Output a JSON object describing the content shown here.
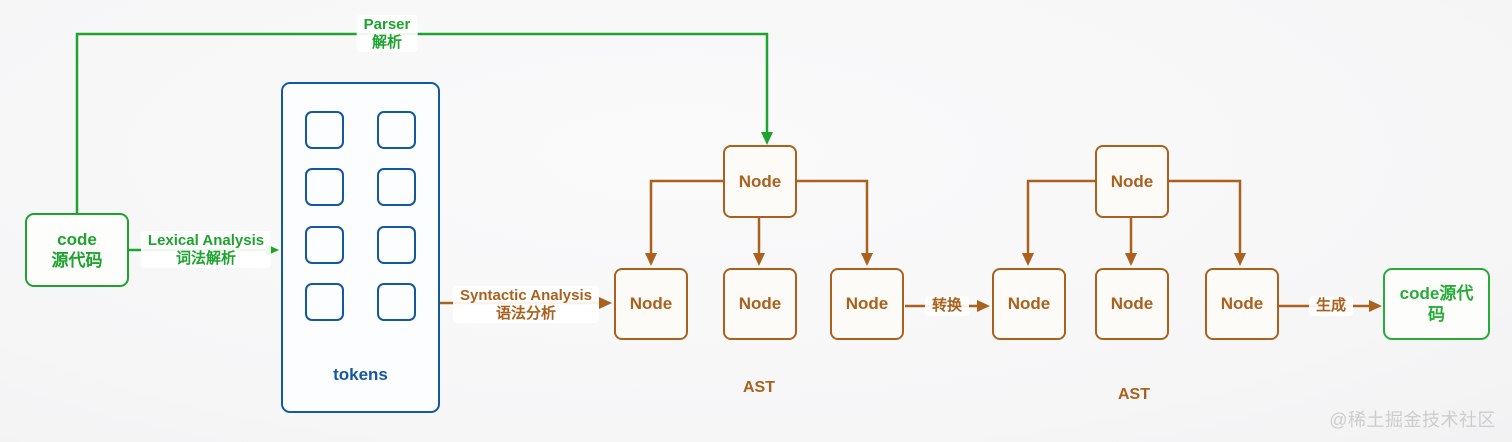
{
  "diagram": {
    "parser_label": {
      "en": "Parser",
      "zh": "解析"
    },
    "lexical_label": {
      "en": "Lexical Analysis",
      "zh": "词法解析"
    },
    "syntactic_label": {
      "en": "Syntactic Analysis",
      "zh": "语法分析"
    },
    "transform_label": "转换",
    "generate_label": "生成",
    "source_box": {
      "line1": "code",
      "line2": "源代码"
    },
    "tokens_box": {
      "label": "tokens",
      "square_count": 8
    },
    "ast1": {
      "caption": "AST",
      "root": "Node",
      "children": [
        "Node",
        "Node",
        "Node"
      ]
    },
    "ast2": {
      "caption": "AST",
      "root": "Node",
      "children": [
        "Node",
        "Node",
        "Node"
      ]
    },
    "output_box": {
      "line1": "code源代",
      "line2": "码"
    },
    "watermark": "@稀土掘金技术社区"
  },
  "colors": {
    "green": "#1ea32e",
    "green_bright": "#27ac39",
    "blue": "#14589e",
    "orange": "#a9611d",
    "watermark_gray": "#cdcdcd",
    "background": "#f6f6f7"
  }
}
